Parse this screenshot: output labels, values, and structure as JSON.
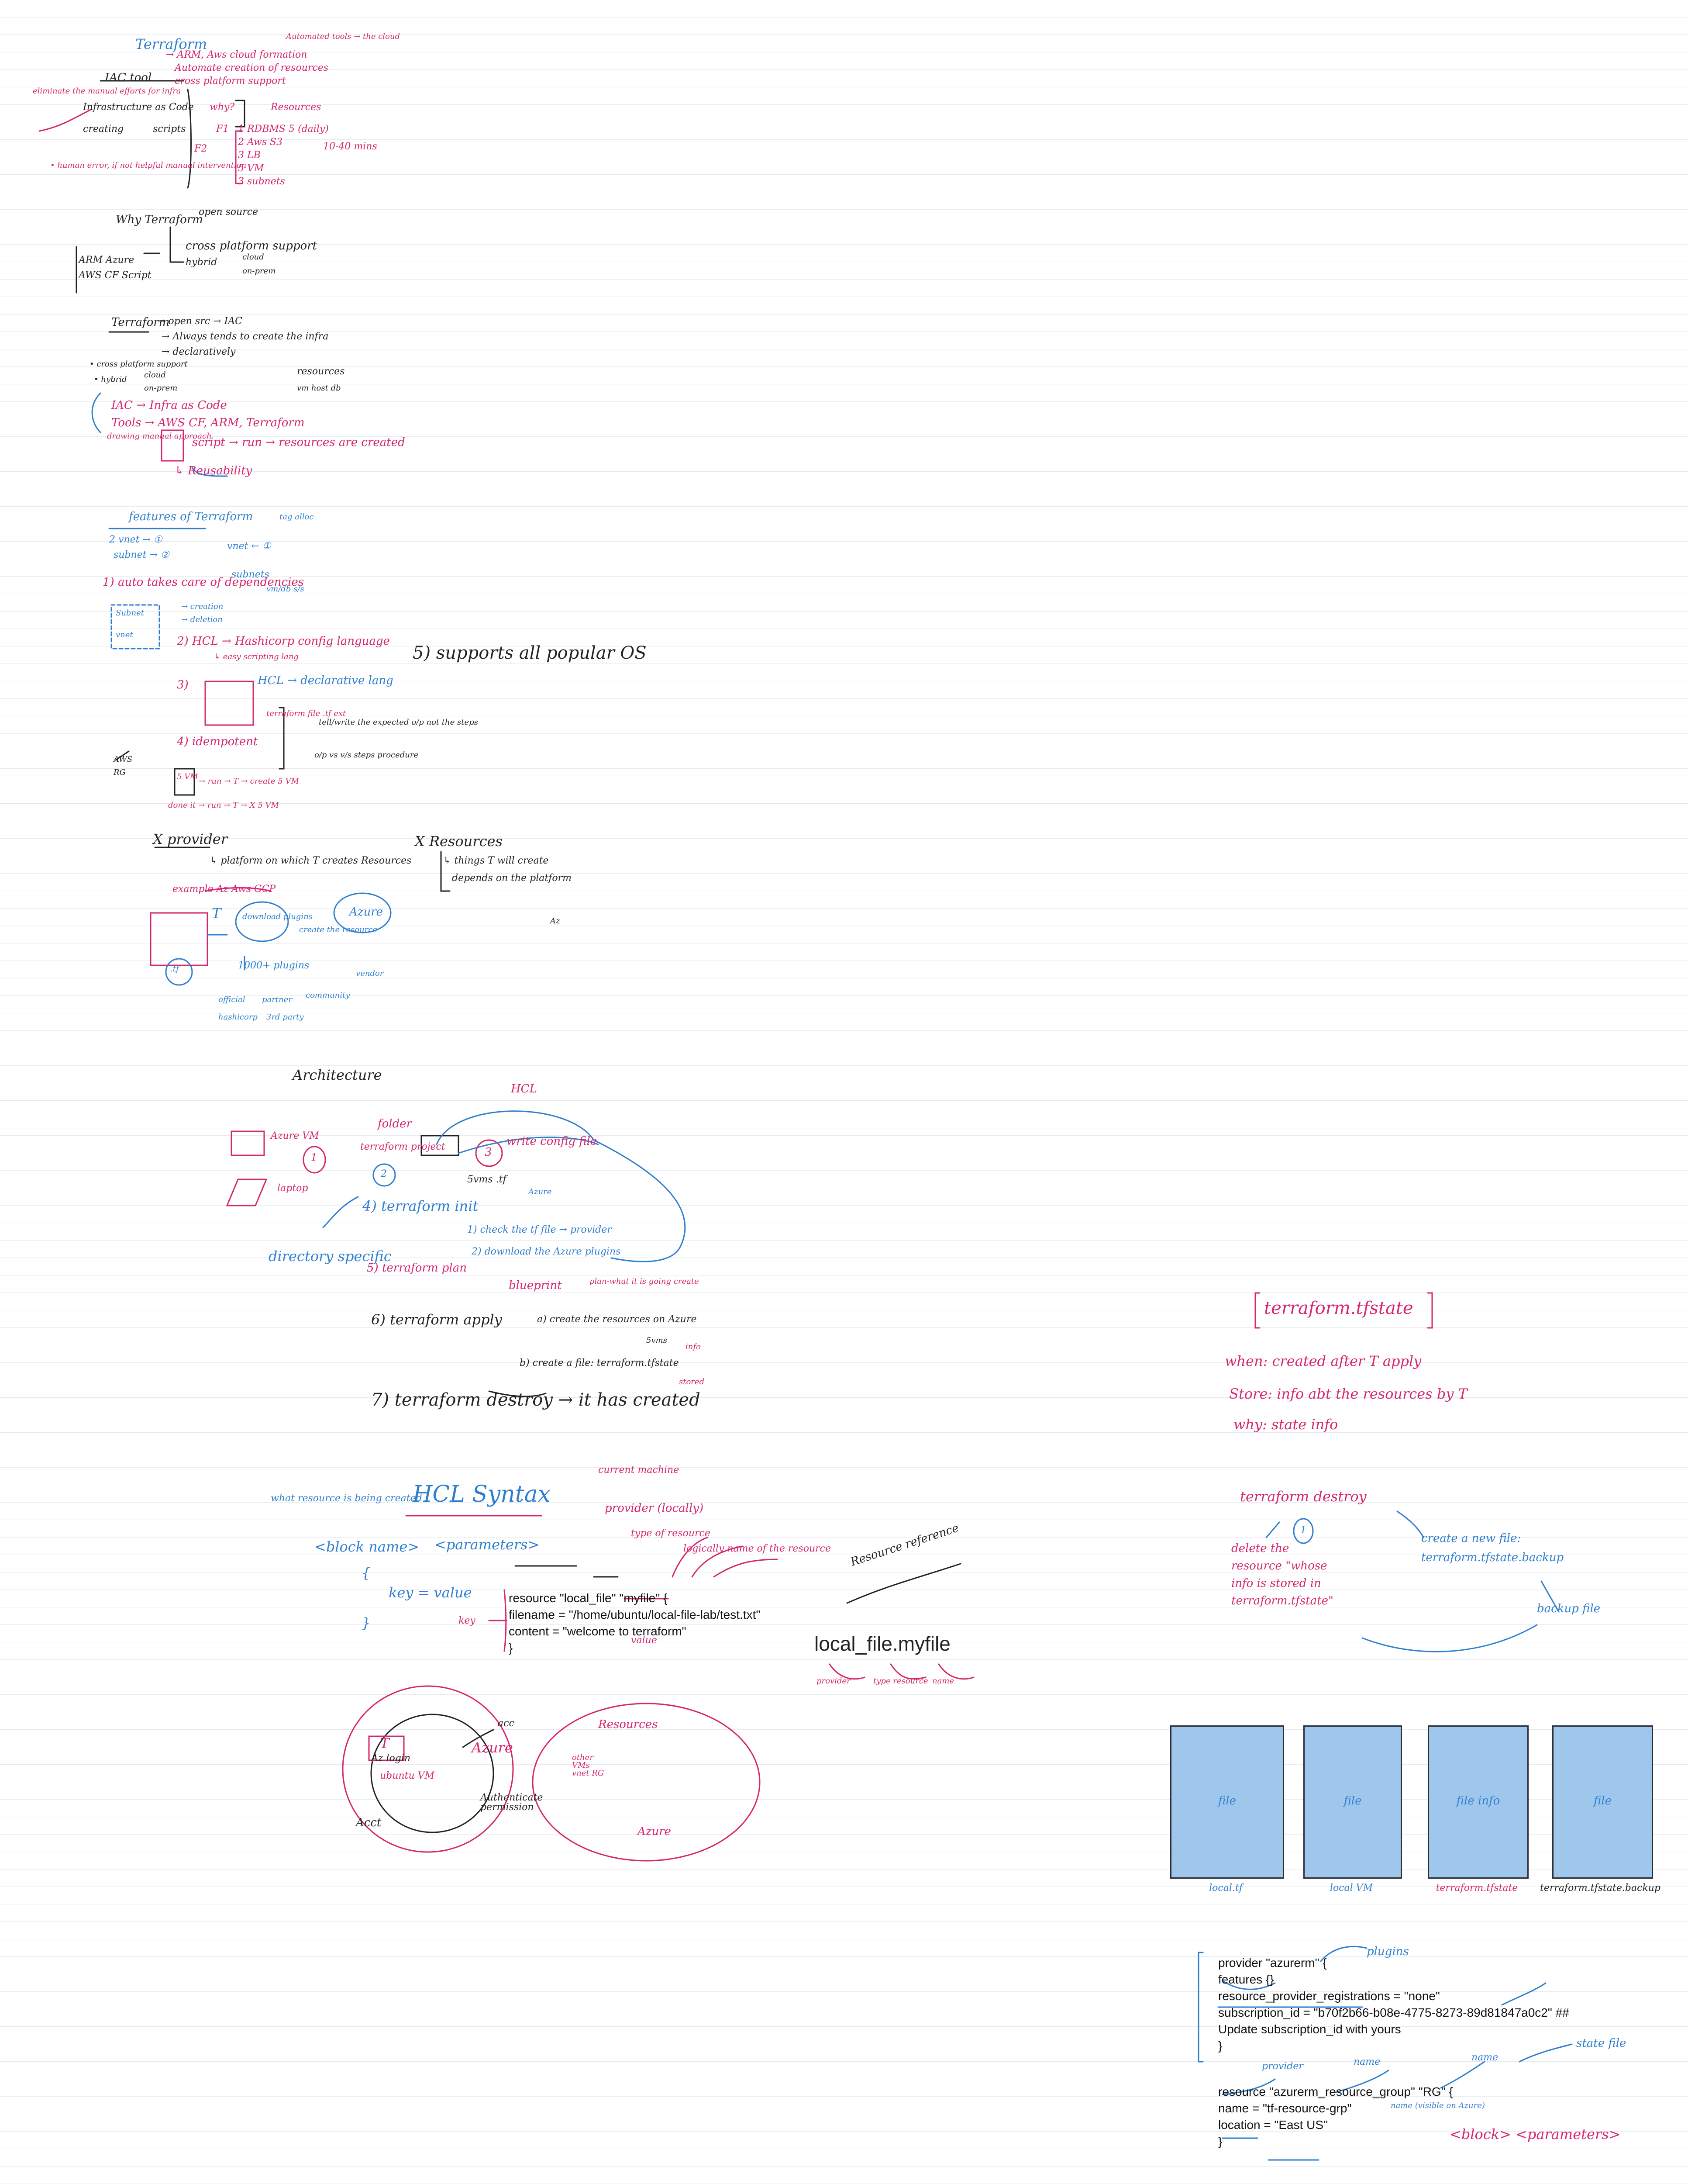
{
  "colors": {
    "pink": "#d6266e",
    "blue": "#2f7fd0",
    "black": "#222222",
    "card_fill": "#9fc7ec"
  },
  "s1": {
    "title": "Terraform",
    "arm": "→ ARM, Aws cloud formation",
    "automate": "Automate creation of resources",
    "cross": "cross platform support",
    "auto_note": "Automated tools → the cloud",
    "iac_tool": "IAC tool",
    "eliminate": "eliminate the manual efforts for infra",
    "iac": "Infrastructure as Code",
    "creating": "creating",
    "scripts": "scripts",
    "why": "why?",
    "resources": "Resources",
    "f1": "F1",
    "rows": [
      "1 RDBMS 5 (daily)",
      "2 Aws S3",
      "3 LB",
      "5 VM",
      "3 subnets"
    ],
    "f2": "F2",
    "time": "10-40 mins",
    "human": "• human error, if not helpful manual intervention"
  },
  "s2": {
    "why_t": "Why Terraform",
    "open": "open source",
    "cross": "cross platform support",
    "hybrid": "hybrid",
    "cloud": "cloud",
    "onprem": "on-prem",
    "arm": "ARM Azure",
    "awscf": "AWS CF  Script"
  },
  "s3": {
    "t": "Terraform",
    "l1": "→ open src → IAC",
    "l2": "→ Always tends to create the infra",
    "l3": "→ declaratively",
    "cross": "• cross platform support",
    "hybrid": "• hybrid",
    "cloud": "cloud",
    "onprem": "on-prem",
    "resources": "resources",
    "vm": "vm  host  db",
    "iac": "IAC → Infra as Code",
    "tools": "Tools → AWS CF, ARM, Terraform",
    "manual": "drawing manual approach",
    "script": "script → run → resources are created",
    "reuse": "↳ Reusability"
  },
  "s4": {
    "title": "features of Terraform",
    "vm": "2 vnet → ①",
    "subnet": "subnet → ②",
    "vnet": "vnet ← ①",
    "subnet2": "subnets",
    "tag": "tag alloc",
    "vmdb": "vm/db s/s",
    "f1": "1) auto takes care of dependencies",
    "subnet_s": "Subnet",
    "vnet_s": "vnet",
    "creation": "→ creation",
    "deletion": "→ deletion",
    "f2": "2) HCL → Hashicorp config language",
    "f2b": "↳ easy scripting lang",
    "f3": "3)",
    "hcl_decl": "HCL → declarative lang",
    "tf_ext": "terraform file .tf ext",
    "expected": "tell/write the expected o/p not the steps",
    "idem_out": "o/p  vs  v/s steps  procedure",
    "f4": "4) idempotent",
    "os": "5) supports all popular OS",
    "aws": "AWS",
    "rg": "RG",
    "svm": "5 VM",
    "run1": "→ run → T → create 5 VM",
    "run2": "done it → run → T → X 5 VM"
  },
  "s5": {
    "provider": "X provider",
    "p_desc": "↳ platform on which T creates Resources",
    "examples": "example  Az  Aws  GCP",
    "t": "T",
    "tf": ".tf",
    "download": "download plugins",
    "azure": "Azure",
    "create": "create the resource",
    "plugins": "1000+ plugins",
    "official": "official",
    "partner": "partner",
    "community": "community",
    "hashicorp": "hashicorp",
    "thirdparty": "3rd party",
    "vendor": "vendor",
    "resources": "X Resources",
    "r_desc": "↳ things T will create",
    "depends": "depends on the platform",
    "az": "Az"
  },
  "s6": {
    "title": "Architecture",
    "azurevm": "Azure VM",
    "laptop": "laptop",
    "n1": "1",
    "folder": "folder",
    "tfproj": "terraform project",
    "n2": "2",
    "n3": "3",
    "write": "write config file",
    "hcl": "HCL",
    "svms": "5vms .tf",
    "azure": "Azure",
    "s4": "4) terraform init",
    "c1": "1) check the tf file → provider",
    "c2": "2) download the Azure plugins",
    "dir": "directory specific",
    "s5": "5) terraform plan",
    "blueprint": "blueprint",
    "plan": "plan-what it is going create",
    "s6": "6) terraform apply",
    "a": "a) create the resources on Azure",
    "b": "b) create a file: terraform.tfstate",
    "svm": "5vms",
    "info": "info",
    "stored": "stored",
    "s7": "7) terraform destroy → it has created"
  },
  "s7": {
    "what": "what resource is being created",
    "title": "HCL Syntax",
    "current": "current machine",
    "provider_l": "provider (locally)",
    "type_r": "type of resource",
    "logical": "logically name of the resource",
    "block": "<block name>",
    "params": "<parameters>",
    "brace_o": "{",
    "kv": "key = value",
    "brace_c": "}",
    "key": "key",
    "value": "value",
    "code": [
      "resource \"local_file\" \"myfile\" {",
      "  filename = \"/home/ubuntu/local-file-lab/test.txt\"",
      "  content  = \"welcome to terraform\"",
      "}"
    ]
  },
  "s8": {
    "ref_t": "Resource reference",
    "ref": "local_file.myfile",
    "provider": "provider",
    "type": "type resource",
    "name": "name"
  },
  "s9": {
    "t": "T",
    "azcli": "Az login",
    "ubuntu": "ubuntu VM",
    "acct": "Acct",
    "azure": "Azure",
    "acc": "acc",
    "resources": "Resources",
    "other": "other VMs vnet RG",
    "auth": "Authenticate permission",
    "azure2": "Azure"
  },
  "s10": {
    "title": "terraform.tfstate",
    "when": "when: created after T apply",
    "store": "Store: info abt the resources by T",
    "why": "why: state info"
  },
  "s11": {
    "cmd": "terraform destroy",
    "n": "1",
    "delete": "delete the resource \"whose info is stored in terraform.tfstate\"",
    "newfile": "create a new file: terraform.tfstate.backup",
    "backup": "backup file"
  },
  "cards": [
    {
      "label": "file",
      "caption": "local.tf"
    },
    {
      "label": "file",
      "caption": "local VM"
    },
    {
      "label": "file info",
      "caption": "terraform.tfstate"
    },
    {
      "label": "file",
      "caption": "terraform.tfstate.backup"
    }
  ],
  "s12": {
    "plugins": "plugins",
    "code": [
      "provider \"azurerm\" {",
      "  features {}",
      "  resource_provider_registrations = \"none\"",
      "  subscription_id = \"b70f2b66-b08e-4775-8273-89d81847a0c2\" ##",
      "Update subscription_id with yours",
      "}"
    ],
    "provider": "provider",
    "name": "name",
    "name2": "name",
    "state": "state file",
    "code2": [
      "resource \"azurerm_resource_group\" \"RG\" {",
      "  name     = \"tf-resource-grp\"",
      "  location = \"East US\"",
      "}"
    ],
    "nameaz": "name (visible on Azure)",
    "block": "<block> <parameters>"
  }
}
